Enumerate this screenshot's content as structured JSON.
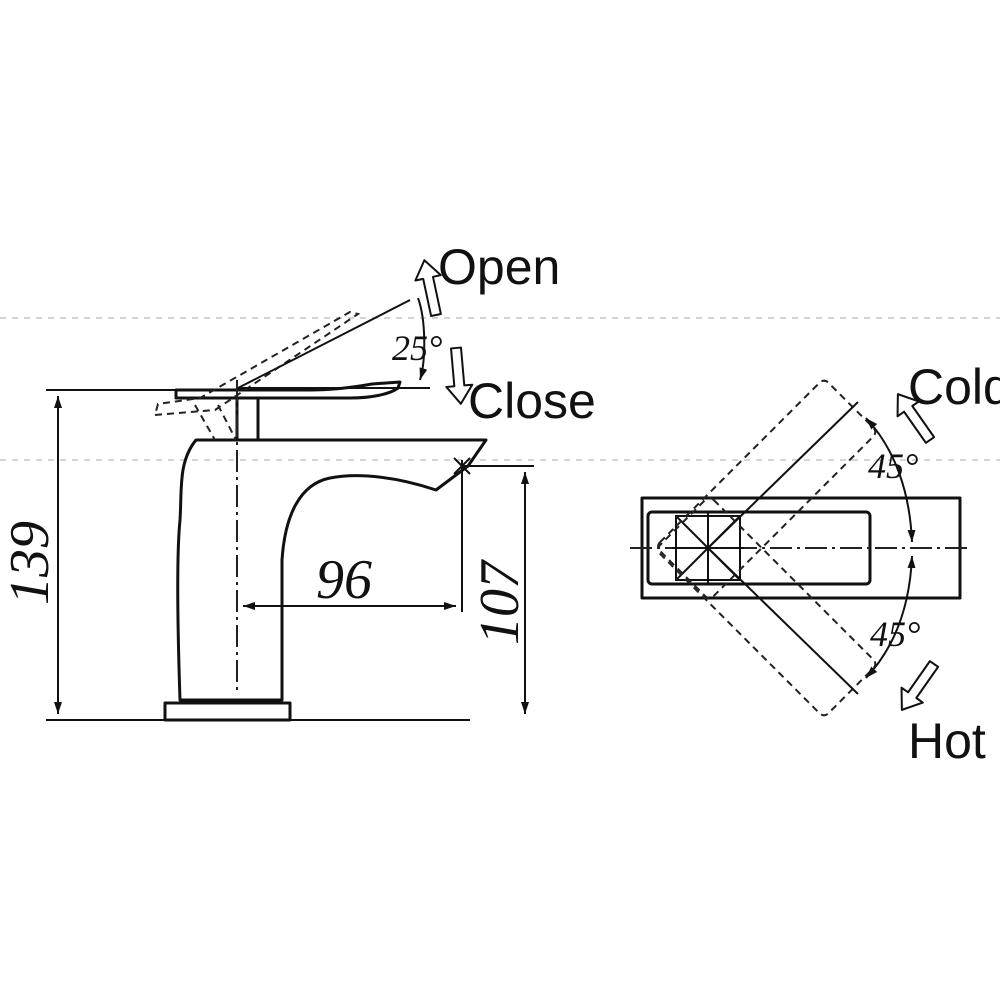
{
  "side_view": {
    "open_label": "Open",
    "close_label": "Close",
    "lever_angle": "25°",
    "total_height": "139",
    "spout_reach": "96",
    "spout_height": "107"
  },
  "top_view": {
    "cold_label": "Cold",
    "hot_label": "Hot",
    "cold_angle": "45°",
    "hot_angle": "45°"
  },
  "colors": {
    "line": "#111111",
    "background": "#ffffff",
    "guide": "#d4d4d4"
  }
}
